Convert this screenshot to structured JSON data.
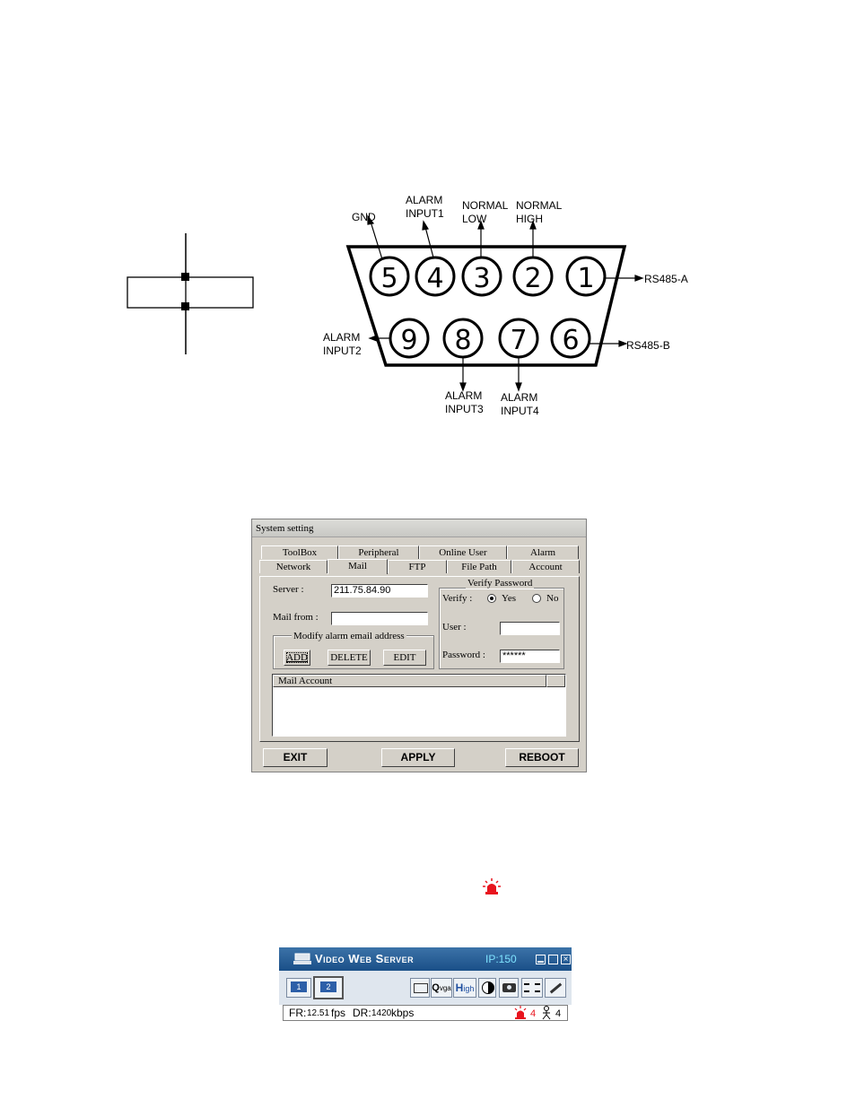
{
  "pin_diagram": {
    "pins_top": [
      "5",
      "4",
      "3",
      "2",
      "1"
    ],
    "pins_bottom": [
      "9",
      "8",
      "7",
      "6"
    ],
    "labels": {
      "gnd": "GND",
      "alarm_input1_line1": "ALARM",
      "alarm_input1_line2": "INPUT1",
      "normal_low_line1": "NORMAL",
      "normal_low_line2": "LOW",
      "normal_high_line1": "NORMAL",
      "normal_high_line2": "HIGH",
      "rs485a": "RS485-A",
      "rs485b": "RS485-B",
      "alarm_input2_line1": "ALARM",
      "alarm_input2_line2": "INPUT2",
      "alarm_input3_line1": "ALARM",
      "alarm_input3_line2": "INPUT3",
      "alarm_input4_line1": "ALARM",
      "alarm_input4_line2": "INPUT4"
    }
  },
  "system_setting": {
    "title": "System setting",
    "tabs_row1": [
      "ToolBox",
      "Peripheral",
      "Online User",
      "Alarm"
    ],
    "tabs_row2": [
      "Network",
      "Mail",
      "FTP",
      "File Path",
      "Account"
    ],
    "active_tab": "Mail",
    "server_label": "Server :",
    "server_value": "211.75.84.90",
    "mail_from_label": "Mail from :",
    "mail_from_value": "",
    "modify_group_label": "Modify alarm email address",
    "add_label": "ADD",
    "delete_label": "DELETE",
    "edit_label": "EDIT",
    "verify_group_label": "Verify Password",
    "verify_label": "Verify :",
    "yes_label": "Yes",
    "no_label": "No",
    "verify_selected": "Yes",
    "user_label": "User :",
    "user_value": "",
    "password_label": "Password :",
    "password_value": "******",
    "mail_account_header": "Mail Account",
    "exit_label": "EXIT",
    "apply_label": "APPLY",
    "reboot_label": "REBOOT"
  },
  "video_web_server": {
    "title": "Video Web Server",
    "ip": "IP:150",
    "channel_1": "1",
    "channel_2": "2",
    "qvga_q": "Q",
    "qvga_rest": "vga",
    "high_h": "H",
    "high_rest": "igh",
    "fr_label": "FR:",
    "fr_value": "12.51",
    "fr_unit": "fps",
    "dr_label": "DR:",
    "dr_value": "1420",
    "dr_unit": "kbps",
    "alarm_count": "4",
    "user_count": "4",
    "alarm_color": "#e8141e"
  }
}
